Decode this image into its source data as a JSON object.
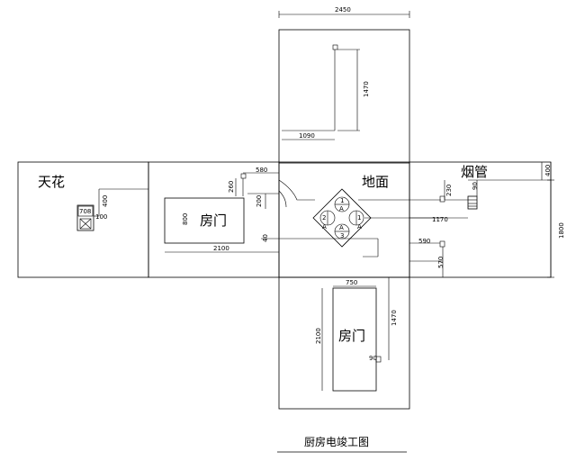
{
  "labels": {
    "ceiling": "天花",
    "floor": "地面",
    "chimney": "烟管",
    "door_left": "房门",
    "door_bottom": "房门",
    "title": "厨房电竣工图"
  },
  "dimensions": {
    "top_width": "2450",
    "top_height": "1470",
    "top_offset": "1090",
    "left_580": "580",
    "left_260": "260",
    "left_200": "200",
    "left_800": "800",
    "left_2100": "2100",
    "left_40": "40",
    "ceiling_400": "400",
    "ceiling_708": "708",
    "ceiling_100": "100",
    "right_230": "230",
    "right_90": "90",
    "right_1170": "1170",
    "right_590": "590",
    "right_570": "570",
    "right_400": "400",
    "right_1800": "1800",
    "bottom_750": "750",
    "bottom_2100": "2100",
    "bottom_1470": "1470",
    "bottom_90": "90"
  },
  "center_symbol": {
    "top_number": "1",
    "top_letter": "A",
    "left_number": "2",
    "left_letter": "A",
    "right_number": "1",
    "right_letter": "A",
    "bottom_letter": "A",
    "bottom_number": "3"
  }
}
